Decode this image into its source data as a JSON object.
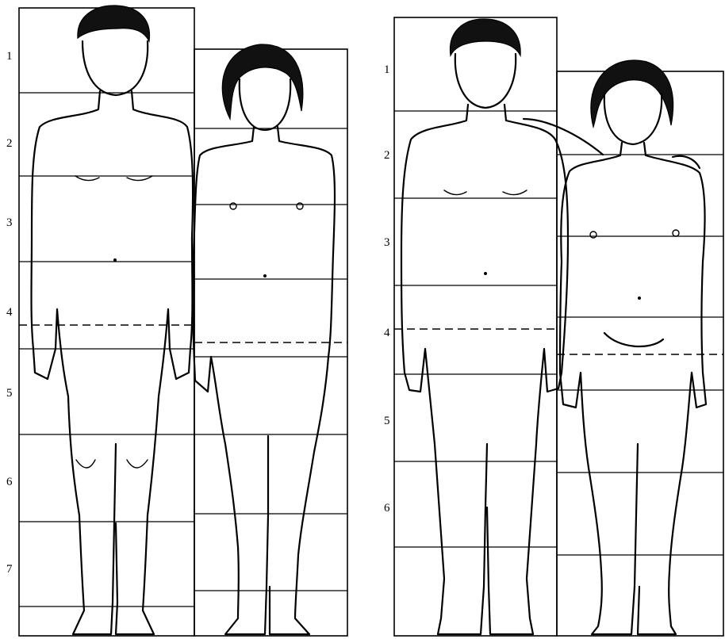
{
  "panels": [
    {
      "id": "left",
      "unit_labels": [
        "1",
        "2",
        "3",
        "4",
        "5",
        "6",
        "7"
      ]
    },
    {
      "id": "right",
      "unit_labels": [
        "1",
        "2",
        "3",
        "4",
        "5",
        "6"
      ]
    }
  ]
}
